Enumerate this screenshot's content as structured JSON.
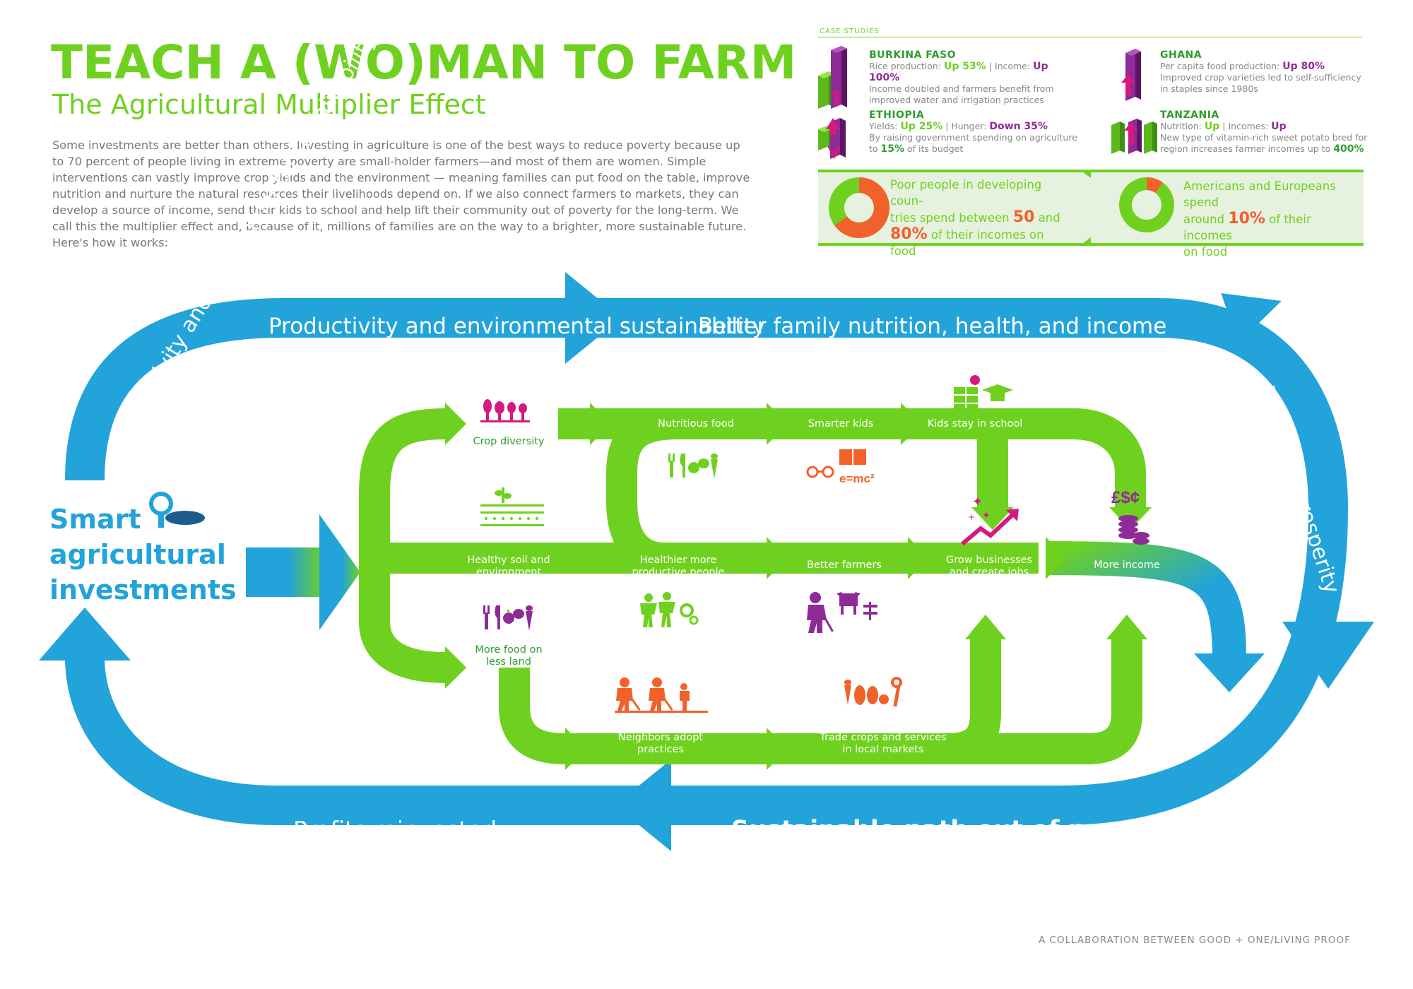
{
  "header": {
    "title": "TEACH A (WO)MAN TO FARM",
    "subtitle": "The Agricultural Multiplier Effect",
    "intro": "Some investments are better than others. Investing in agriculture is one of the best ways to reduce poverty because up to 70 percent of people living in extreme poverty are small-holder farmers—and most of them are women. Simple interventions can vastly improve crop yields and the environment — meaning families can put food on the table, improve nutrition and nurture the natural resources their livelihoods depend on. If we also connect farmers to markets, they can develop a source of income, send their kids to school and help lift their community out of poverty for the long-term. We call this the multiplier effect and, because of it, millions of families are on the way to a brighter, more sustainable future. Here's how it works:"
  },
  "case_studies": {
    "label": "CASE STUDIES",
    "items": [
      {
        "name": "BURKINA FASO",
        "stat_parts": [
          "Rice production: ",
          "Up 53%",
          " | Income: ",
          "Up 100%"
        ],
        "desc": "Income doubled and farmers benefit from improved water and irrigation practices"
      },
      {
        "name": "GHANA",
        "stat_parts": [
          "Per capita food production: ",
          "Up 80%"
        ],
        "desc": "Improved crop varieties led to self-sufficiency in staples since 1980s"
      },
      {
        "name": "ETHIOPIA",
        "stat_parts": [
          "Yields: ",
          "Up 25%",
          " | Hunger: ",
          "Down 35%"
        ],
        "desc_parts": [
          "By raising government spending on agriculture to ",
          "15%",
          " of its budget"
        ]
      },
      {
        "name": "TANZANIA",
        "stat_parts": [
          "Nutrition: ",
          "Up",
          " | Incomes: ",
          "Up"
        ],
        "desc_parts": [
          "New type of vitamin-rich sweet potato bred for region increases farmer incomes up to ",
          "400%"
        ]
      }
    ]
  },
  "food_spend": {
    "poor": {
      "parts": [
        "Poor people in developing coun-",
        "tries spend between ",
        "50",
        " and ",
        "80%",
        " of their incomes on food"
      ],
      "share": 0.65
    },
    "rich": {
      "parts": [
        "Americans and Europeans spend",
        "around ",
        "10%",
        " of their incomes",
        "on food"
      ],
      "share": 0.1
    }
  },
  "loop": {
    "top_left": "Productivity and environmental sustainability",
    "top_right": "Better family nutrition, health, and income",
    "right": "Economic prosperity",
    "bottom_right": "Sustainable path out of poverty",
    "bottom_left": "Profits reinvested"
  },
  "start": {
    "label_lines": [
      "Smart",
      "agricultural",
      "investments"
    ]
  },
  "flow": {
    "crop_diversity": "Crop diversity",
    "nutritious_food": "Nutritious food",
    "smarter_kids": "Smarter kids",
    "kids_school": "Kids stay in school",
    "healthy_soil": [
      "Healthy soil and",
      "environment"
    ],
    "healthier_people": [
      "Healthier more",
      "productive people"
    ],
    "better_farmers": "Better farmers",
    "grow_business": [
      "Grow businesses",
      "and create jobs"
    ],
    "more_income": "More income",
    "more_food": [
      "More food on",
      "less land"
    ],
    "neighbors": [
      "Neighbors adopt",
      "practices"
    ],
    "trade": [
      "Trade crops and services",
      "in local markets"
    ],
    "emc": "e=mc²",
    "currency": "£$¢"
  },
  "colors": {
    "green": "#6fd11f",
    "blue": "#22a3da",
    "purple": "#8e2b96",
    "orange": "#f2602b",
    "magenta": "#d6197e"
  },
  "credit": "A COLLABORATION BETWEEN GOOD + ONE/LIVING PROOF"
}
